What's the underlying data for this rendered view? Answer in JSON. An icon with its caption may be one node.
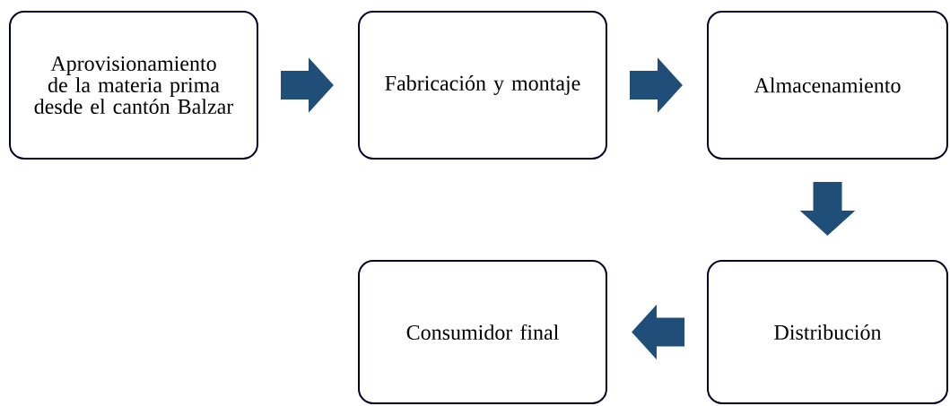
{
  "diagram": {
    "nodes": [
      {
        "text": [
          "Aprovisionamiento de la materia prima desde el cantón Balzar"
        ]
      },
      {
        "text": [
          "Fabricación y montaje"
        ]
      },
      {
        "text": [
          "Almacenamiento"
        ]
      },
      {
        "text": [
          "Distribución"
        ]
      },
      {
        "text": [
          "Consumidor final"
        ]
      }
    ],
    "edges": [
      {
        "from": 0,
        "to": 1,
        "arrow": "to"
      },
      {
        "from": 1,
        "to": 2,
        "arrow": "to"
      },
      {
        "from": 2,
        "to": 3,
        "arrow": "to"
      },
      {
        "from": 3,
        "to": 4,
        "arrow": "to"
      }
    ]
  }
}
